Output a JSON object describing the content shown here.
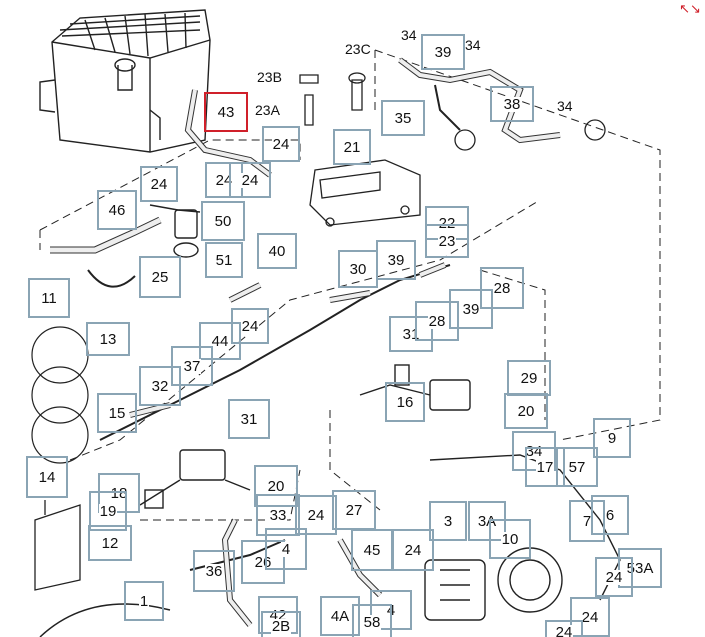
{
  "expand_icon": "expand-arrows-icon",
  "accent_color": "#d0202a",
  "callout_border_color": "#8aa4b4",
  "plain_labels": [
    "23C",
    "23B",
    "23A",
    "34",
    "34",
    "34"
  ],
  "callouts": [
    "43",
    "24",
    "21",
    "35",
    "39",
    "38",
    "24",
    "24",
    "24",
    "46",
    "50",
    "51",
    "25",
    "40",
    "22",
    "23",
    "30",
    "39",
    "28",
    "11",
    "13",
    "24",
    "44",
    "31",
    "28",
    "39",
    "32",
    "37",
    "29",
    "16",
    "20",
    "15",
    "31",
    "34",
    "17",
    "57",
    "9",
    "14",
    "18",
    "19",
    "12",
    "20",
    "33",
    "24",
    "27",
    "3",
    "3A",
    "10",
    "7",
    "6",
    "1",
    "36",
    "26",
    "4",
    "45",
    "24",
    "53A",
    "24",
    "42",
    "2B",
    "4A",
    "4",
    "58",
    "24",
    "24"
  ]
}
